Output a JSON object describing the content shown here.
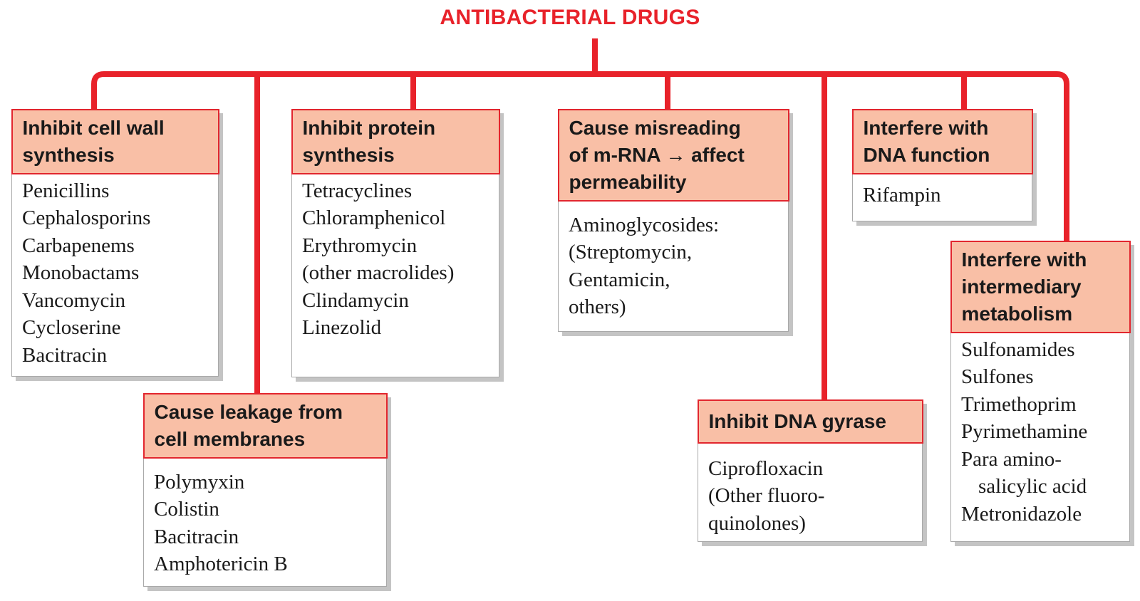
{
  "title": "ANTIBACTERIAL DRUGS",
  "colors": {
    "connector": "#e8222a",
    "header_fill": "#f9bfa6",
    "header_border": "#e2262e",
    "title": "#e8222a"
  },
  "categories": [
    {
      "heading": [
        "Inhibit cell wall",
        "synthesis"
      ],
      "drugs": [
        "Penicillins",
        "Cephalosporins",
        "Carbapenems",
        "Monobactams",
        "Vancomycin",
        "Cycloserine",
        "Bacitracin"
      ]
    },
    {
      "heading": [
        "Cause leakage from",
        "cell membranes"
      ],
      "drugs": [
        "Polymyxin",
        "Colistin",
        "Bacitracin",
        "Amphotericin B"
      ]
    },
    {
      "heading": [
        "Inhibit protein",
        "synthesis"
      ],
      "drugs": [
        "Tetracyclines",
        "Chloramphenicol",
        "Erythromycin",
        "(other macrolides)",
        "Clindamycin",
        "Linezolid"
      ]
    },
    {
      "heading": [
        "Cause misreading",
        "of m-RNA → affect",
        "permeability"
      ],
      "drugs": [
        "Aminoglycosides:",
        "(Streptomycin,",
        "Gentamicin,",
        "others)"
      ]
    },
    {
      "heading": [
        "Inhibit DNA gyrase"
      ],
      "drugs": [
        "Ciprofloxacin",
        "(Other fluoro-",
        "quinolones)"
      ]
    },
    {
      "heading": [
        "Interfere with",
        "DNA function"
      ],
      "drugs": [
        "Rifampin"
      ]
    },
    {
      "heading": [
        "Interfere with",
        "intermediary",
        "metabolism"
      ],
      "drugs": [
        "Sulfonamides",
        "Sulfones",
        "Trimethoprim",
        "Pyrimethamine",
        "Para amino-",
        "salicylic acid",
        "Metronidazole"
      ]
    }
  ]
}
